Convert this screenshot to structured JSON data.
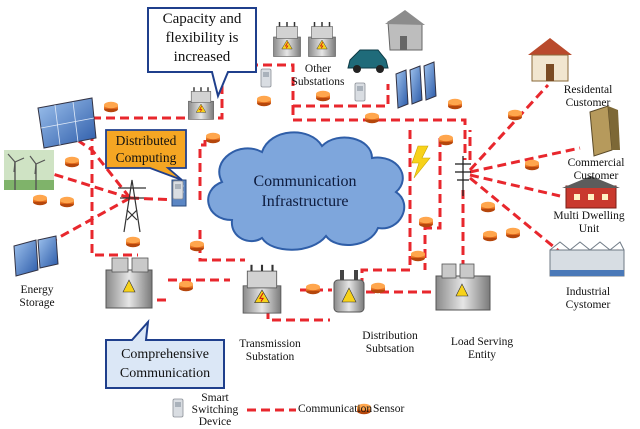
{
  "center": {
    "line1": "Communication",
    "line2": "Infrastructure"
  },
  "callouts": {
    "capacity": {
      "line1": "Capacity and",
      "line2": "flexibility is",
      "line3": "increased"
    },
    "distributed": {
      "line1": "Distributed",
      "line2": "Computing"
    },
    "comprehensive": {
      "line1": "Comprehensive",
      "line2": "Communication"
    }
  },
  "nodes": {
    "other_substations": {
      "line1": "Other",
      "line2": "Substations"
    },
    "residential": {
      "line1": "Residental",
      "line2": "Customer"
    },
    "commercial": {
      "line1": "Commercial",
      "line2": "Customer"
    },
    "multi_dwelling": {
      "line1": "Multi Dwelling",
      "line2": "Unit"
    },
    "industrial": {
      "line1": "Industrial",
      "line2": "Cystomer"
    },
    "energy_storage": {
      "line1": "Energy",
      "line2": "Storage"
    },
    "transmission": {
      "line1": "Transmission",
      "line2": "Substation"
    },
    "distribution": {
      "line1": "Distribution",
      "line2": "Subtsation"
    },
    "load_serving": {
      "line1": "Load Serving",
      "line2": "Entity"
    }
  },
  "legend": {
    "switch_line1": "Smart",
    "switch_line2": "Switching",
    "switch_line3": "Device",
    "communication": "Communication",
    "sensor": "Sensor"
  },
  "colors": {
    "link": "#e8272d",
    "cloud": "#7ea6dc",
    "callout_orange": "#f5a623",
    "callout_blue": "#dbe7f6",
    "sensor": "#f07a1e"
  }
}
